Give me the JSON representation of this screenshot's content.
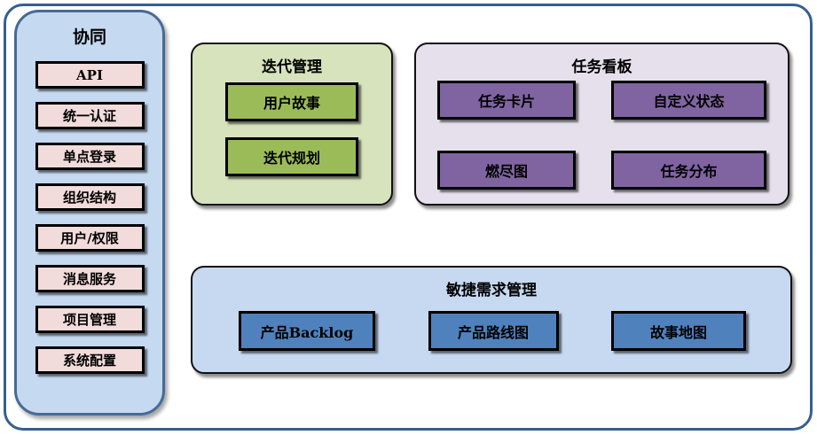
{
  "palette": {
    "outer_border": "#365f91",
    "sidebar_fill": "#c5d9f1",
    "sidebar_border": "#476b96",
    "sidebar_item_fill": "#f2dcdb",
    "iteration_container_fill": "#d6e3bc",
    "iteration_item_fill": "#9bbb59",
    "kanban_container_fill": "#e5e0ec",
    "kanban_item_fill": "#8064a2",
    "agile_container_fill": "#c6d9f1",
    "agile_item_fill": "#4f81bd",
    "item_border": "#000000"
  },
  "sidebar": {
    "title": "协同",
    "items": [
      "API",
      "统一认证",
      "单点登录",
      "组织结构",
      "用户/权限",
      "消息服务",
      "项目管理",
      "系统配置"
    ]
  },
  "groups": [
    {
      "title": "迭代管理",
      "items": [
        "用户故事",
        "迭代规划"
      ]
    },
    {
      "title": "任务看板",
      "items": [
        "任务卡片",
        "自定义状态",
        "燃尽图",
        "任务分布"
      ]
    },
    {
      "title": "敏捷需求管理",
      "items": [
        "产品Backlog",
        "产品路线图",
        "故事地图"
      ]
    }
  ]
}
